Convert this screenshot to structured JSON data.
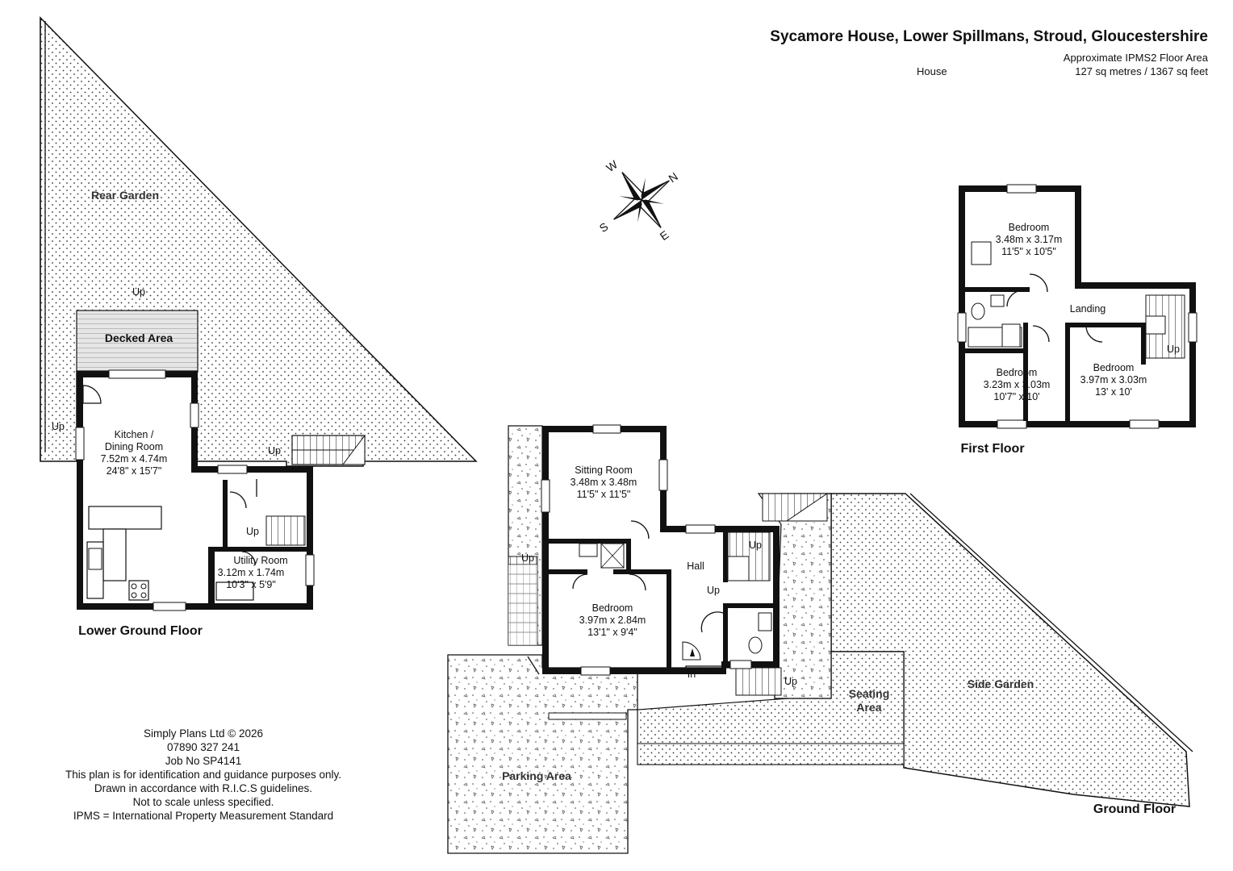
{
  "header": {
    "title": "Sycamore House, Lower Spillmans, Stroud, Gloucestershire",
    "area_heading": "Approximate IPMS2 Floor Area",
    "area_label": "House",
    "area_value": "127 sq metres / 1367 sq feet"
  },
  "compass": {
    "n": "N",
    "e": "E",
    "s": "S",
    "w": "W"
  },
  "floors": {
    "lower_ground": "Lower Ground Floor",
    "ground": "Ground Floor",
    "first": "First Floor"
  },
  "areas": {
    "rear_garden": "Rear Garden",
    "decked_area": "Decked Area",
    "side_garden": "Side Garden",
    "seating_area_1": "Seating",
    "seating_area_2": "Area",
    "parking_area": "Parking Area"
  },
  "rooms": {
    "kitchen": {
      "name1": "Kitchen /",
      "name2": "Dining Room",
      "metric": "7.52m x 4.74m",
      "imperial": "24'8\" x 15'7\""
    },
    "utility": {
      "name": "Utility Room",
      "metric": "3.12m x 1.74m",
      "imperial": "10'3\" x 5'9\""
    },
    "sitting": {
      "name": "Sitting Room",
      "metric": "3.48m x 3.48m",
      "imperial": "11'5\" x 11'5\""
    },
    "bedroom_ground": {
      "name": "Bedroom",
      "metric": "3.97m x 2.84m",
      "imperial": "13'1\" x 9'4\""
    },
    "hall": {
      "name": "Hall"
    },
    "bedroom_first_top": {
      "name": "Bedroom",
      "metric": "3.48m x 3.17m",
      "imperial": "11'5\" x 10'5\""
    },
    "landing": {
      "name": "Landing"
    },
    "bedroom_first_left": {
      "name": "Bedroom",
      "metric": "3.23m x 3.03m",
      "imperial": "10'7\" x 10'"
    },
    "bedroom_first_right": {
      "name": "Bedroom",
      "metric": "3.97m x 3.03m",
      "imperial": "13' x 10'"
    }
  },
  "labels": {
    "up": "Up",
    "in": "In"
  },
  "footer": {
    "line1": "Simply Plans Ltd © 2026",
    "line2": "07890 327 241",
    "line3": "Job No SP4141",
    "line4": "This plan is for identification and guidance purposes only.",
    "line5": "Drawn in accordance with R.I.C.S guidelines.",
    "line6": "Not to scale unless specified.",
    "line7": "IPMS = International Property Measurement Standard"
  }
}
